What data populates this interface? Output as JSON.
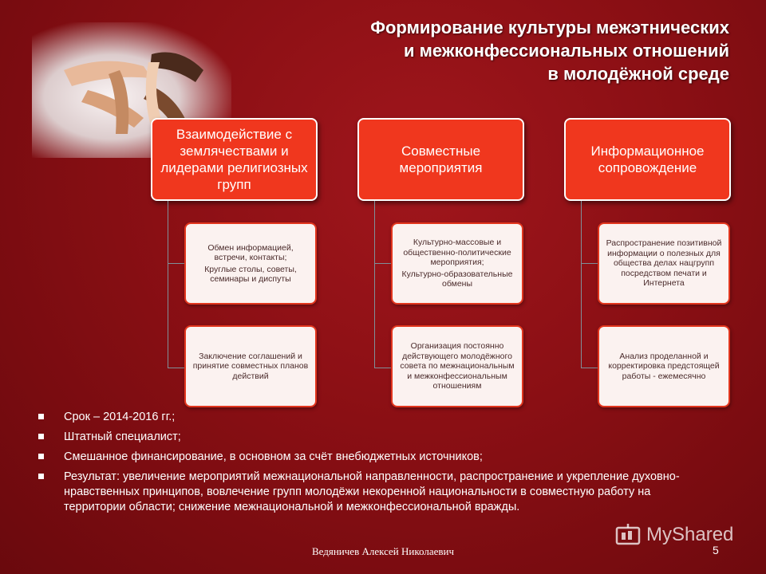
{
  "title": {
    "line1": "Формирование культуры межэтнических",
    "line2": "и межконфессиональных  отношений",
    "line3": "в молодёжной среде"
  },
  "columns": [
    {
      "header": "Взаимодействие с землячествами и лидерами религиозных групп",
      "items": [
        {
          "p1": "Обмен информацией, встречи, контакты;",
          "p2": "Круглые столы, советы, семинары и диспуты"
        },
        {
          "p1": "Заключение соглашений и принятие совместных планов действий",
          "p2": ""
        }
      ]
    },
    {
      "header": "Совместные мероприятия",
      "items": [
        {
          "p1": "Культурно-массовые и общественно-политические мероприятия;",
          "p2": "Культурно-образовательные обмены"
        },
        {
          "p1": "Организация постоянно действующего молодёжного совета по межнациональным и межконфессиональным отношениям",
          "p2": ""
        }
      ]
    },
    {
      "header": "Информационное сопровождение",
      "items": [
        {
          "p1": "Распространение позитивной информации о полезных для общества делах нацгрупп посредством печати и Интернета",
          "p2": ""
        },
        {
          "p1": "Анализ проделанной и корректировка предстоящей работы - ежемесячно",
          "p2": ""
        }
      ]
    }
  ],
  "bullets": [
    "Срок – 2014-2016  гг.;",
    "Штатный специалист;",
    "Смешанное финансирование, в основном за счёт внебюджетных источников;",
    "Результат: увеличение мероприятий межнациональной направленности, распространение и укрепление духовно-нравственных принципов, вовлечение групп молодёжи некоренной национальности в совместную работу на территории области; снижение межнациональной и межконфессиональной вражды."
  ],
  "footer": {
    "author": "Ведяничев Алексей Николаевич",
    "page": "5",
    "watermark": "MyShared"
  },
  "colors": {
    "background": "#8a0f14",
    "header_box": "#f0371e",
    "sub_box_border": "#e2361e",
    "connector": "#7f9099"
  },
  "icons": [
    "hands-photo",
    "bullet-square-icon",
    "myshared-logo-icon"
  ]
}
